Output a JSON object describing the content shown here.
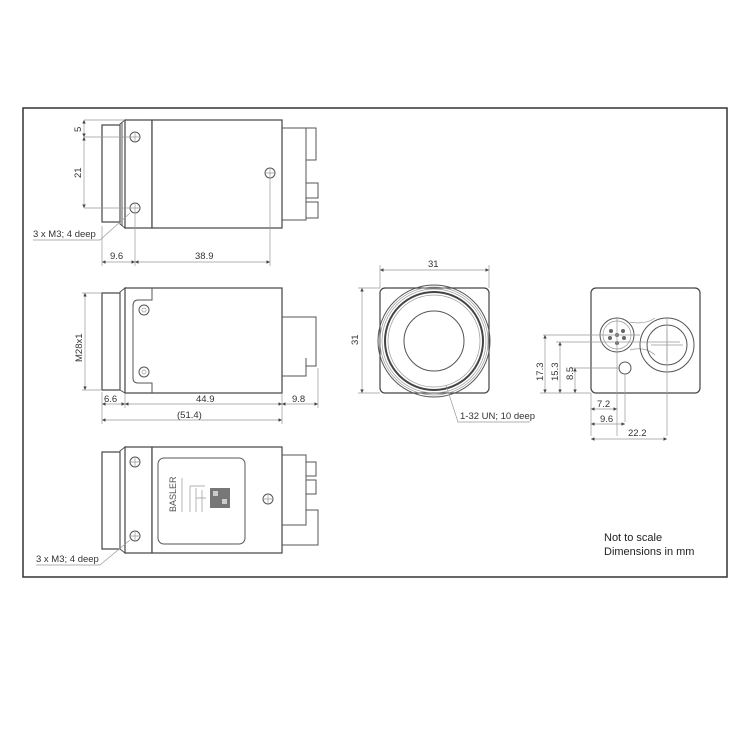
{
  "drawing": {
    "side_view_top": {
      "hole_note": "3 x M3; 4 deep",
      "dim_top": "5",
      "dim_hole_spacing": "21",
      "dim_front": "9.6",
      "dim_body": "38.9"
    },
    "side_view_middle": {
      "thread": "M28x1",
      "dim_lens": "6.6",
      "dim_body": "44.9",
      "dim_connector": "9.8",
      "dim_total": "(51.4)"
    },
    "side_view_bottom": {
      "hole_note": "3 x M3; 4 deep",
      "label_logo": "BASLER"
    },
    "front_view": {
      "width": "31",
      "height": "31",
      "thread_note": "1-32 UN; 10 deep"
    },
    "back_view": {
      "dim_v1": "17.3",
      "dim_v2": "15.3",
      "dim_v3": "8.5",
      "dim_h1": "7.2",
      "dim_h2": "9.6",
      "dim_h3": "22.2"
    },
    "notes": {
      "line1": "Not to scale",
      "line2": "Dimensions in mm"
    }
  }
}
